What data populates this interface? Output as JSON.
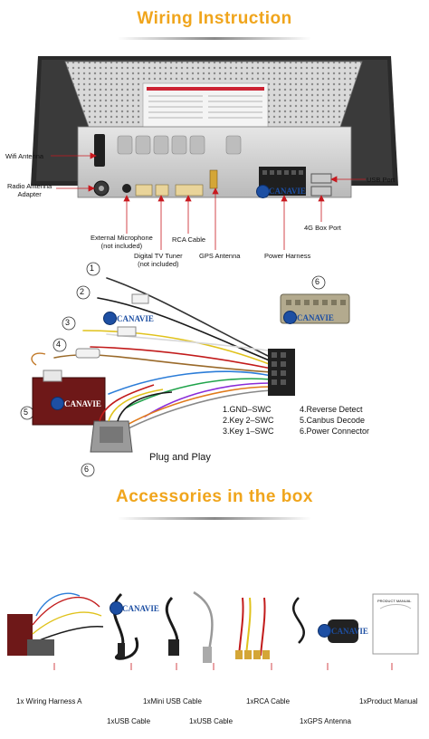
{
  "titles": {
    "wiring": "Wiring Instruction",
    "accessories": "Accessories in the box"
  },
  "brand": "CANAVIE",
  "rear_labels": {
    "wifi_antenna": "Wifi Antenna",
    "radio_antenna_adapter": "Radio Antenna\nAdapter",
    "usb_port": "USB Port",
    "box_port_4g": "4G Box Port",
    "external_microphone": "External Microphone\n(not included)",
    "digital_tv_tuner": "Digital TV Tuner\n(not included)",
    "rca_cable": "RCA Cable",
    "gps_antenna": "GPS Antenna",
    "power_harness": "Power Harness"
  },
  "harness_numbers": [
    "1",
    "2",
    "3",
    "4",
    "5",
    "6",
    "6"
  ],
  "legend": {
    "left": [
      "1.GND–SWC",
      "2.Key 2–SWC",
      "3.Key 1–SWC"
    ],
    "right": [
      "4.Reverse Detect",
      "5.Canbus Decode",
      "6.Power Connector"
    ]
  },
  "plug_and_play": "Plug and Play",
  "accessories_top": [
    "1x Wiring Harness A",
    "1xMini USB Cable",
    "1xRCA Cable",
    "1xProduct Manual"
  ],
  "accessories_bottom": [
    "1xUSB Cable",
    "1xUSB Cable",
    "1xGPS Antenna"
  ],
  "manual_cover_text": "PRODUCT MANUAL",
  "colors": {
    "title": "#f0a51c",
    "arrow": "#c8191f",
    "brand": "#1d4fa3"
  }
}
